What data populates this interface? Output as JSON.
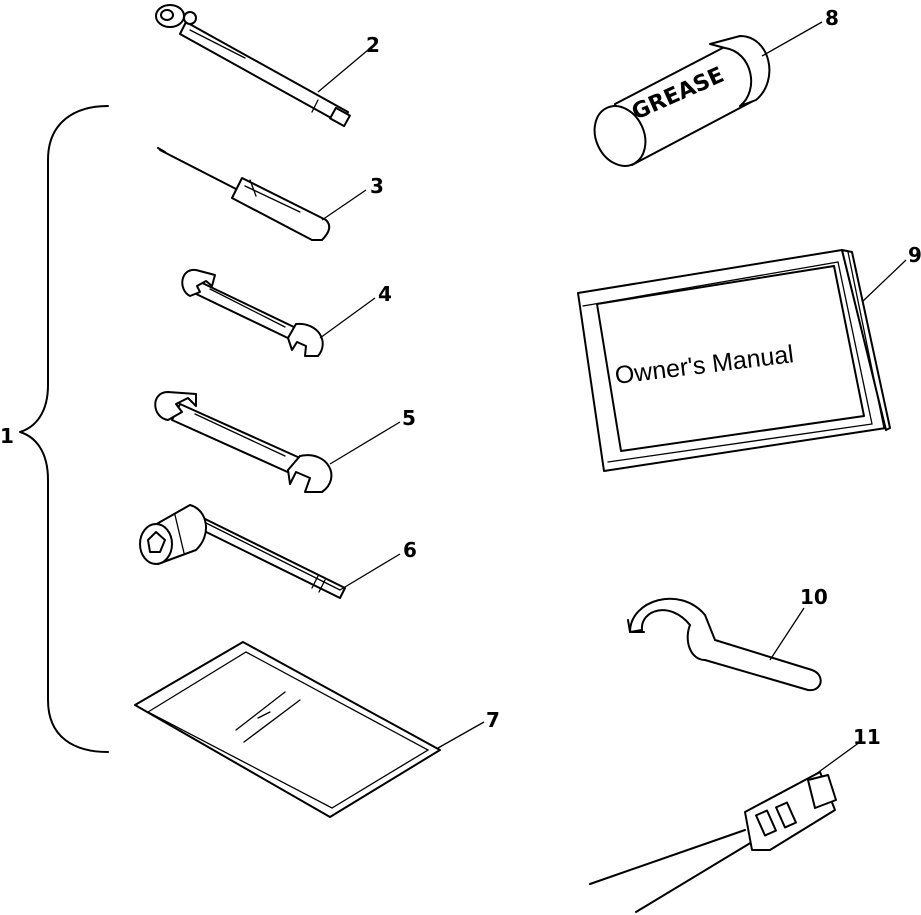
{
  "callouts": {
    "kit": "1",
    "tool_2": "2",
    "tool_3": "3",
    "tool_4": "4",
    "tool_5": "5",
    "tool_6": "6",
    "tool_7": "7",
    "tool_8": "8",
    "tool_9": "9",
    "tool_10": "10",
    "tool_11": "11"
  },
  "product_labels": {
    "grease": "GREASE",
    "manual": "Owner's Manual"
  }
}
